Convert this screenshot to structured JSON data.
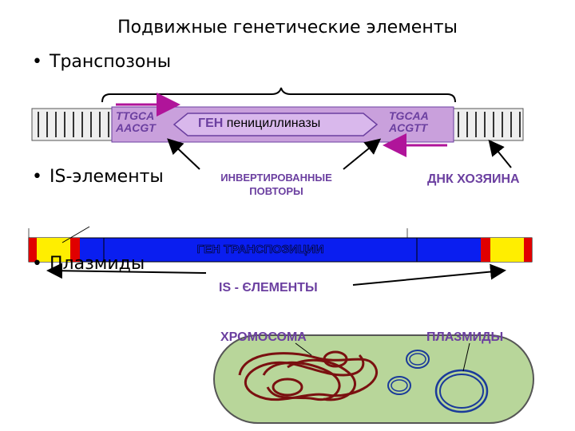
{
  "title": "Подвижные генетические элементы",
  "bullets": [
    "Транспозоны",
    "IS-элементы",
    "Плазмиды"
  ],
  "bullet_symbol": "•",
  "transposon": {
    "left_repeat_top": "TTGCA",
    "left_repeat_bottom": "AACGT",
    "right_repeat_top": "TGCAA",
    "right_repeat_bottom": "ACGTT",
    "gene_prefix": "ГЕН",
    "gene_name": "пенициллиназы"
  },
  "labels": {
    "inverted_repeats_line1": "ИНВЕРТИРОВАННЫЕ",
    "inverted_repeats_line2": "ПОВТОРЫ",
    "host_dna": "ДНК ХОЗЯИНА",
    "transposition_gene": "ГЕН ТРАНСПОЗИЦИИ",
    "is_elements": "IS - ЄЛЕМЕНТЫ",
    "chromosome": "ХРОМОСОМА",
    "plasmids": "ПЛАЗМИДЫ"
  },
  "colors": {
    "purple_text": "#6b3fa0",
    "label_blue": "#1a1aaa",
    "transposon_fill": "#c9a0dc",
    "arrow_purple": "#b0149a",
    "is_blue": "#0a1ef0",
    "is_red": "#e00000",
    "is_yellow": "#ffee00",
    "cell_green": "#b8d69a",
    "chromosome_red": "#7a1010",
    "plasmid_blue": "#1a3a9a"
  }
}
